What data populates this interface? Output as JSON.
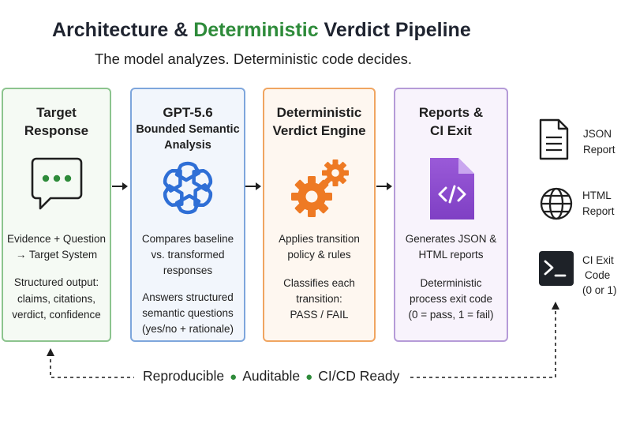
{
  "header": {
    "title_pre": "Architecture & ",
    "title_highlight": "Deterministic",
    "title_post": " Verdict Pipeline",
    "subtitle": "The model analyzes. Deterministic code decides."
  },
  "cards": [
    {
      "title_lines": [
        "Target",
        "Response"
      ],
      "icon": "chat-bubble-icon",
      "body1": [
        "Evidence + Question",
        "→ Target System"
      ],
      "body2": [
        "Structured output:",
        "claims, citations,",
        "verdict, confidence"
      ]
    },
    {
      "title_lines": [
        "GPT-5.6"
      ],
      "subtitle_lines": [
        "Bounded Semantic",
        "Analysis"
      ],
      "icon": "openai-logo-icon",
      "body1": [
        "Compares baseline",
        "vs. transformed",
        "responses"
      ],
      "body2": [
        "Answers structured",
        "semantic questions",
        "(yes/no + rationale)"
      ]
    },
    {
      "title_lines": [
        "Deterministic",
        "Verdict Engine"
      ],
      "icon": "gears-icon",
      "body1": [
        "Applies transition",
        "policy & rules"
      ],
      "body2": [
        "Classifies each",
        "transition:",
        "PASS / FAIL"
      ]
    },
    {
      "title_lines": [
        "Reports &",
        "CI Exit"
      ],
      "icon": "code-file-icon",
      "body1": [
        "Generates JSON &",
        "HTML reports"
      ],
      "body2": [
        "Deterministic",
        "process exit code",
        "(0 = pass, 1 = fail)"
      ]
    }
  ],
  "outputs": [
    {
      "icon": "document-icon",
      "label_lines": [
        "JSON",
        "Report"
      ]
    },
    {
      "icon": "globe-icon",
      "label_lines": [
        "HTML",
        "Report"
      ]
    },
    {
      "icon": "terminal-icon",
      "label_lines": [
        "CI Exit",
        "Code",
        "(0 or 1)"
      ]
    }
  ],
  "footer": {
    "items": [
      "Reproducible",
      "Auditable",
      "CI/CD Ready"
    ],
    "separator": "●"
  },
  "colors": {
    "accent_green": "#2e8b3a",
    "card1_border": "#8cc48e",
    "card2_border": "#7ea6dc",
    "card3_border": "#f0a561",
    "card4_border": "#b59bd8",
    "logo_blue": "#2f6fd6",
    "gear_orange": "#ee7a24",
    "file_purple": "#8e4fd0"
  }
}
